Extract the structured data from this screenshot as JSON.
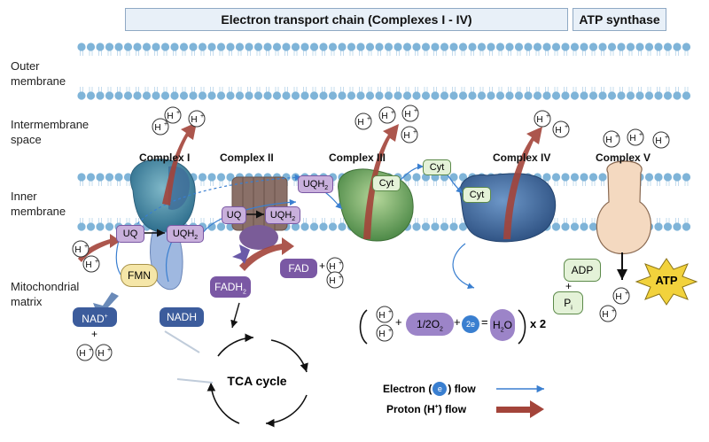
{
  "header": {
    "etc_title": "Electron transport chain (Complexes I - IV)",
    "atp_title": "ATP synthase"
  },
  "side_labels": {
    "outer": [
      "Outer",
      "membrane"
    ],
    "intermembrane": [
      "Intermembrane",
      "space"
    ],
    "inner": [
      "Inner",
      "membrane"
    ],
    "matrix": [
      "Mitochondrial",
      "matrix"
    ]
  },
  "complexes": {
    "c1": "Complex I",
    "c2": "Complex II",
    "c3": "Complex III",
    "c4": "Complex IV",
    "c5": "Complex V"
  },
  "molecules": {
    "uq": "UQ",
    "uqh2": "UQH",
    "uqh2_sub": "2",
    "fmn": "FMN",
    "nad": "NAD",
    "nad_sup": "+",
    "nadh": "NADH",
    "fadh2": "FADH",
    "fadh2_sub": "2",
    "fad": "FAD",
    "cyt": "Cyt",
    "adp": "ADP",
    "pi": "P",
    "pi_sub": "i",
    "atp": "ATP",
    "tca": "TCA cycle",
    "plus": "+"
  },
  "proton": {
    "h": "H",
    "sup": "+"
  },
  "equation": {
    "half": "1/2O",
    "half_sub": "2",
    "e": "2e",
    "h2o": "H",
    "h2o_sub": "2",
    "h2o_end": "O",
    "eq": "=",
    "times": "x 2"
  },
  "legend": {
    "electron_label": "Electron (",
    "electron_e": "e",
    "electron_end": ") flow",
    "proton_label": "Proton (H",
    "proton_sup": "+",
    "proton_end": ") flow"
  },
  "colors": {
    "membrane_head": "#7fb4d8",
    "membrane_tail": "#c5dcee",
    "electron_flow": "#3a7fd0",
    "proton_flow": "#a3443a",
    "purple_box": "#b28fc8",
    "purple_dark": "#7a58a4",
    "navy_box": "#3c5c9c",
    "atp_star": "#f2d23c",
    "fmn": "#f5e6a8"
  }
}
